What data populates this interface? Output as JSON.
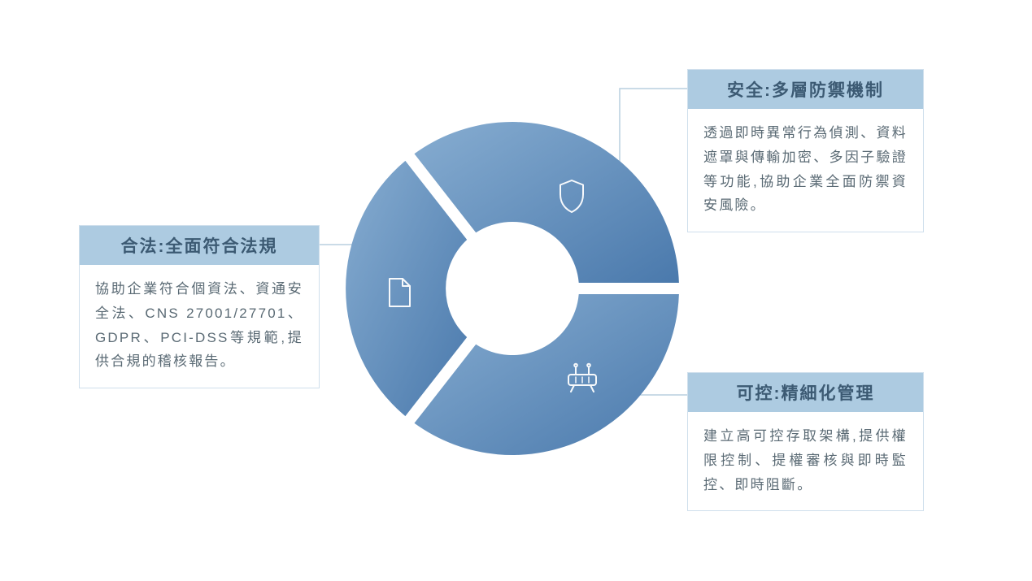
{
  "page": {
    "background": "#ffffff"
  },
  "diagram": {
    "type": "donut-infographic",
    "segments": [
      {
        "id": "security",
        "icon": "shield-icon",
        "linked_callout": "安全:多層防禦機制"
      },
      {
        "id": "compliance",
        "icon": "document-icon",
        "linked_callout": "合法:全面符合法規"
      },
      {
        "id": "control",
        "icon": "server-icon",
        "linked_callout": "可控:精細化管理"
      }
    ],
    "colors": {
      "donut_gradient_start": "#87add1",
      "donut_gradient_end": "#4a79ac",
      "header_bg": "#adcbe1",
      "header_text": "#3c5a73",
      "body_text": "#5a6a74",
      "box_border": "#cfdfec",
      "connector_line": "#b8cfdf",
      "icon_stroke": "#ffffff"
    }
  },
  "callouts": [
    {
      "id": "security",
      "title": "安全:多層防禦機制",
      "body": "透過即時異常行為偵測、資料遮罩與傳輸加密、多因子驗證等功能,協助企業全面防禦資安風險。"
    },
    {
      "id": "compliance",
      "title": "合法:全面符合法規",
      "body": "協助企業符合個資法、資通安全法、CNS 27001/27701、GDPR、PCI-DSS等規範,提供合規的稽核報告。"
    },
    {
      "id": "control",
      "title": "可控:精細化管理",
      "body": "建立高可控存取架構,提供權限控制、提權審核與即時監控、即時阻斷。"
    }
  ]
}
